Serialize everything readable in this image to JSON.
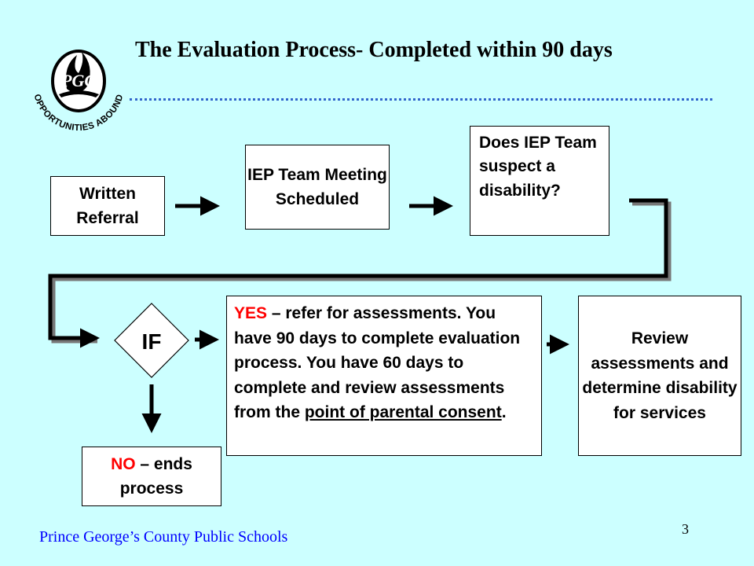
{
  "title": "The Evaluation Process- Completed within 90 days",
  "logo": {
    "monogram": "PGC",
    "ring_text": "OPPORTUNITIES ABOUND"
  },
  "boxes": {
    "written_referral": "Written Referral",
    "iep_meeting": "IEP Team Meeting Scheduled",
    "suspect_disability": "Does IEP Team suspect a disability?",
    "decision": "IF",
    "yes": {
      "label": "YES",
      "text_1": " – refer for assessments. You have 90 days to complete evaluation process. You have 60 days to complete and review assessments from the ",
      "underlined": "point of parental consent",
      "end": "."
    },
    "no": {
      "label": "NO",
      "text": " – ends process"
    },
    "review": "Review assessments and determine disability for services"
  },
  "footer": "Prince George’s County Public Schools",
  "page_number": "3",
  "colors": {
    "background": "#ccffff",
    "accent_red": "#ff0000",
    "footer_blue": "#0000ff"
  }
}
